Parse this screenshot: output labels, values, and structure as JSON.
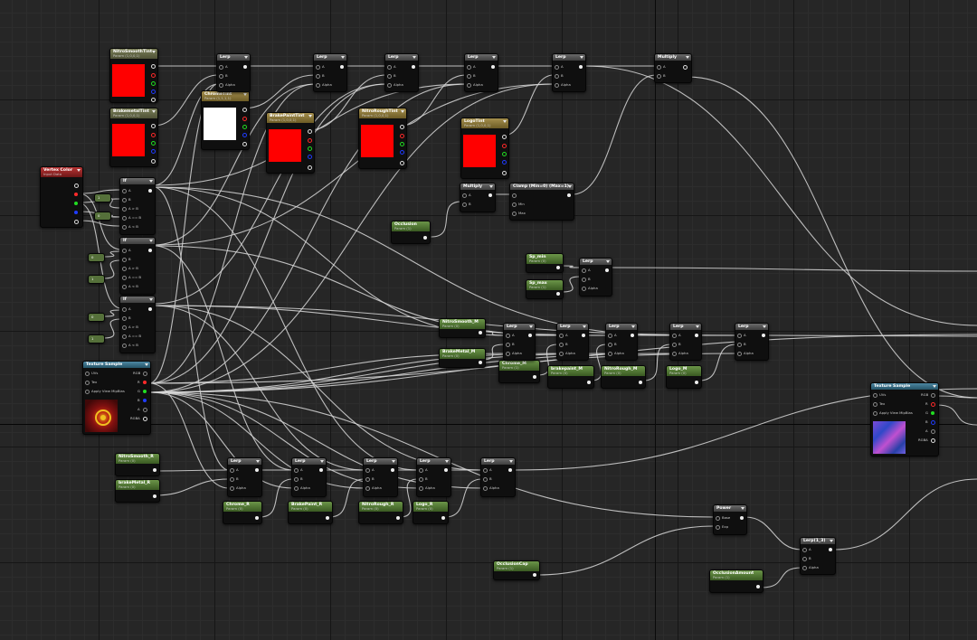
{
  "graph": {
    "background": "#262626",
    "wire_color": "#d8d8d8"
  },
  "params": {
    "param_label": "Param (1)",
    "pin_alpha": "Alpha",
    "pin_a": "A",
    "pin_b": "B"
  },
  "nodes": {
    "nitrosmooth_tint": {
      "title": "NitroSmoothTint",
      "sub": "Param (1,0,0,1)",
      "color": "#ff0000"
    },
    "brakemetal_tint": {
      "title": "BrakemetalTint",
      "sub": "Param (1,0,0,1)",
      "color": "#ff0000"
    },
    "chrome_tint": {
      "title": "ChromeTint",
      "sub": "Param (1,1,1,1)",
      "color": "#ffffff"
    },
    "brakepaint_tint": {
      "title": "BrakePaintTint",
      "sub": "Param (1,0,0,1)",
      "color": "#ff0000"
    },
    "nitrorough_tint": {
      "title": "NitroRoughTint",
      "sub": "Param (1,0,0,1)",
      "color": "#ff0000"
    },
    "logo_tint": {
      "title": "LogoTint",
      "sub": "Param (1,0,0,1)",
      "color": "#ff0000"
    },
    "vertex_color": {
      "title": "Vertex Color",
      "sub": "Input Data"
    },
    "multiply_top": {
      "title": "Multiply"
    },
    "multiply_mid": {
      "title": "Multiply"
    },
    "clamp": {
      "title": "Clamp (Min=0) (Max=1)",
      "pin_min": "Min",
      "pin_max": "Max"
    },
    "occlusion": {
      "title": "Occlusion",
      "sub": "Param (1)"
    },
    "sp_min": {
      "title": "Sp_min",
      "sub": "Param (0)"
    },
    "sp_max": {
      "title": "Sp_max",
      "sub": "Param (1)"
    },
    "if_title": "If",
    "if_pins": [
      "A",
      "B",
      "A > B",
      "A == B",
      "A < B"
    ],
    "const_values": {
      "c1": "1",
      "c2": "0",
      "c3": "0",
      "c4": "1",
      "c5": "0",
      "c6": "1"
    },
    "texture_sample": {
      "title": "Texture Sample",
      "pins_in": [
        "UVs",
        "Tex",
        "Apply View MipBias"
      ],
      "pins_out": [
        "RGB",
        "R",
        "G",
        "B",
        "A",
        "RGBA"
      ]
    },
    "lerp": "Lerp",
    "lerp_3": "Lerp(1_3)",
    "nitrosmooth_m": {
      "title": "NitroSmooth_M",
      "sub": "Param (0)"
    },
    "brakemetal_m": {
      "title": "BrakeMetal_M",
      "sub": "Param (0)"
    },
    "chrome_m": {
      "title": "Chrome_M",
      "sub": "Param (1)"
    },
    "brakepaint_m": {
      "title": "brakepaint_M",
      "sub": "Param (0)"
    },
    "nitrorough_m": {
      "title": "NitroRough_M",
      "sub": "Param (0)"
    },
    "logo_m": {
      "title": "Logo_M",
      "sub": "Param (0)"
    },
    "nitrosmooth_r": {
      "title": "NitroSmooth_R",
      "sub": "Param (0)"
    },
    "brakemetal_r": {
      "title": "brakeMetal_R",
      "sub": "Param (0)"
    },
    "chrome_r": {
      "title": "Chrome_R",
      "sub": "Param (0)"
    },
    "brakepaint_r": {
      "title": "BrakePaint_R",
      "sub": "Param (0)"
    },
    "nitrorough_r": {
      "title": "NitroRough_R",
      "sub": "Param (0)"
    },
    "logo_r": {
      "title": "Logo_R",
      "sub": "Param (0)"
    },
    "power": {
      "title": "Power",
      "pin_base": "Base",
      "pin_exp": "Exp"
    },
    "occlusion_cap": {
      "title": "OcclusionCap",
      "sub": "Param (1)"
    },
    "occlusion_amount": {
      "title": "OcclusionAmount",
      "sub": "Param (1)"
    }
  }
}
